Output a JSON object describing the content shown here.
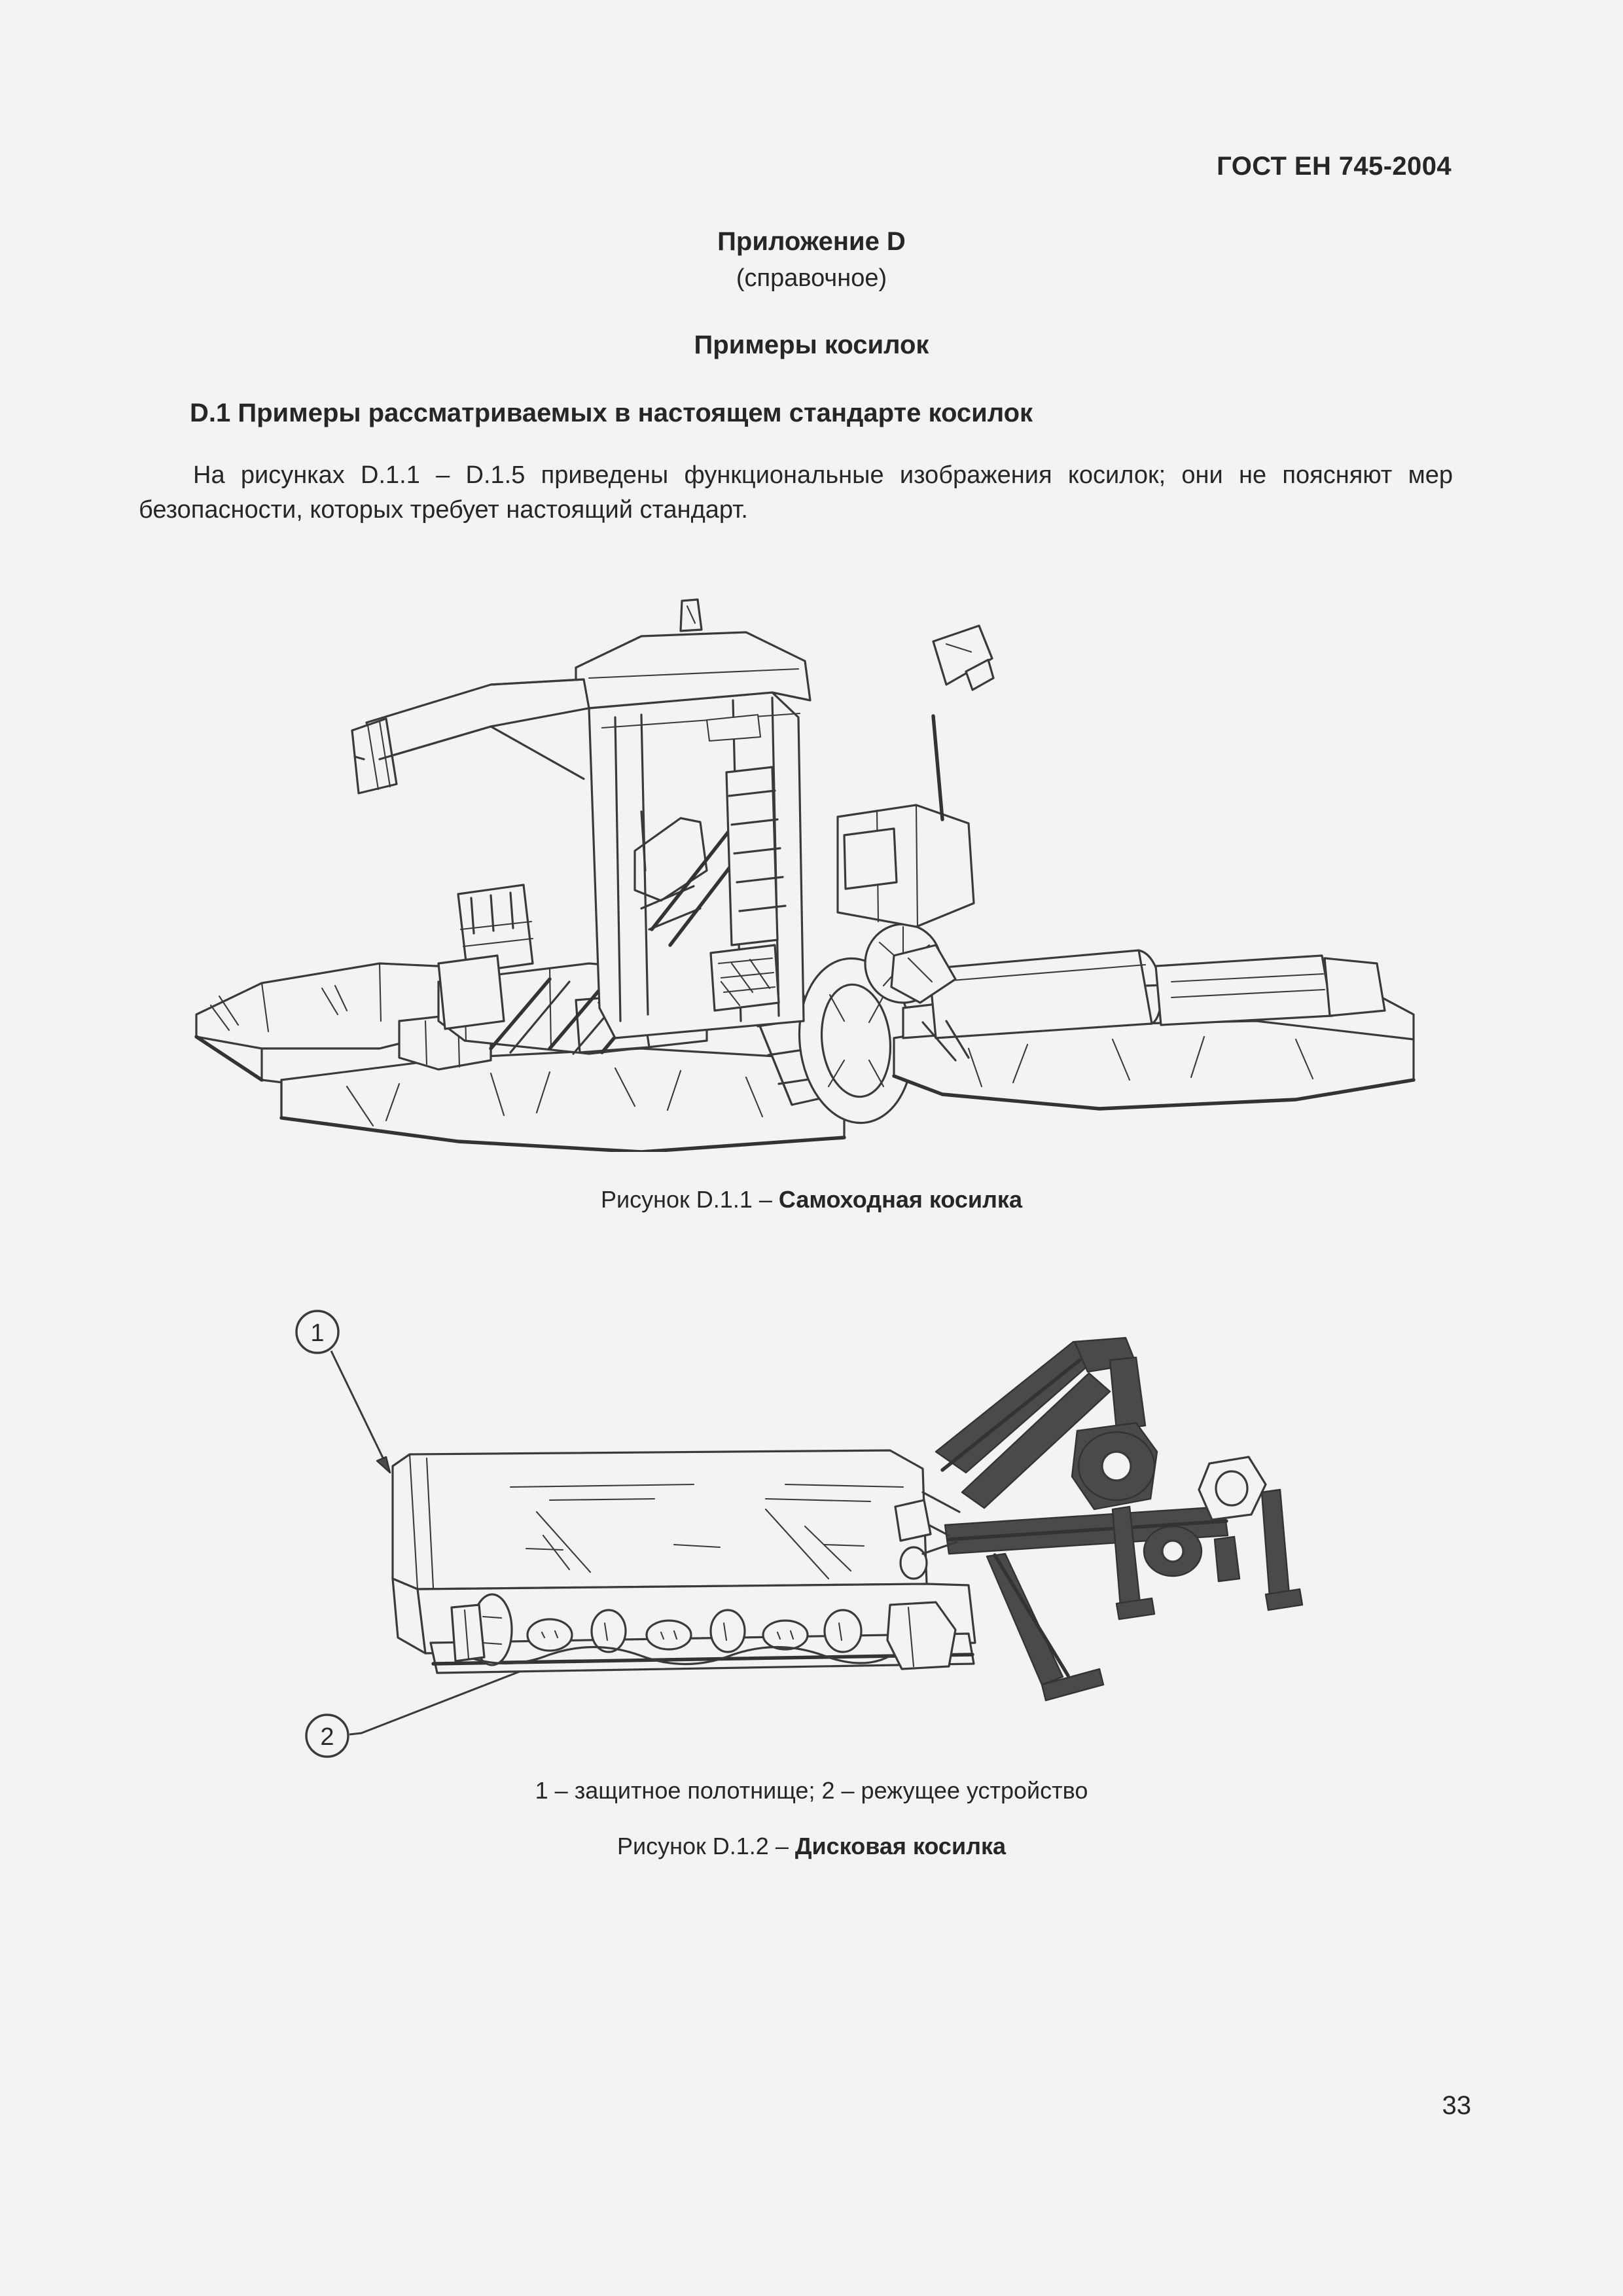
{
  "document": {
    "header": "ГОСТ ЕН 745-2004",
    "page_number": "33",
    "language": "ru"
  },
  "annex": {
    "title": "Приложение D",
    "subtitle": "(справочное)",
    "heading": "Примеры косилок"
  },
  "section": {
    "number_and_title": "D.1 Примеры рассматриваемых в настоящем стандарте косилок",
    "paragraph": "На рисунках D.1.1 – D.1.5 приведены функциональные изображения косилок; они не поясняют мер безопасности, которых требует настоящий стандарт."
  },
  "figures": [
    {
      "id": "D.1.1",
      "caption_prefix": "Рисунок D.1.1 – ",
      "caption_title": "Самоходная косилка",
      "description": "Функциональное изображение самоходной косилки с кабиной и двумя боковыми косильными брусьями",
      "legend": "",
      "callouts": []
    },
    {
      "id": "D.1.2",
      "caption_prefix": "Рисунок D.1.2 – ",
      "caption_title": "Дисковая косилка",
      "description": "Функциональное изображение навесной дисковой косилки с защитным полотнищем и режущим устройством",
      "legend": "1 – защитное полотнище; 2 – режущее устройство",
      "callouts": [
        {
          "number": "1",
          "label": "защитное полотнище"
        },
        {
          "number": "2",
          "label": "режущее устройство"
        }
      ]
    }
  ],
  "colors": {
    "page_background": "#f3f3f3",
    "text": "#262626",
    "line_art_stroke": "#3a3a3a",
    "line_art_shade": "#4a4a4a"
  }
}
